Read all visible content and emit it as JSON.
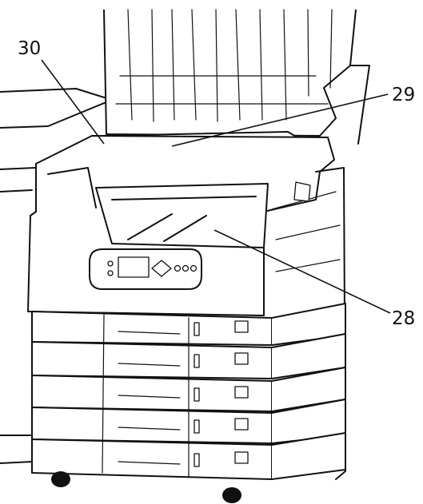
{
  "diagram": {
    "callouts": [
      {
        "id": "30",
        "label": "30"
      },
      {
        "id": "29",
        "label": "29"
      },
      {
        "id": "28",
        "label": "28"
      }
    ]
  }
}
